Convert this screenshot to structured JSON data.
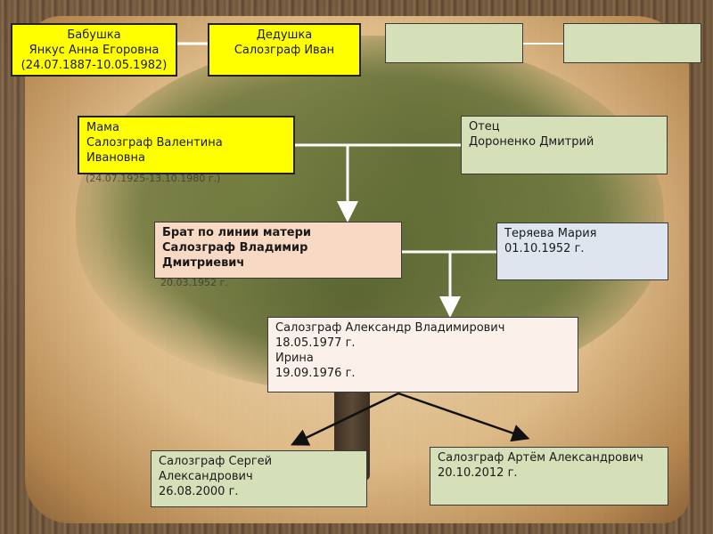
{
  "grandmother": {
    "title": "Бабушка",
    "name": "Янкус Анна Егоровна",
    "dates": "(24.07.1887-10.05.1982)"
  },
  "grandfather": {
    "title": "Дедушка",
    "name": "Салозграф Иван"
  },
  "placeholder_left": {},
  "placeholder_right": {},
  "mother": {
    "title": "Мама",
    "name_line1": "Салозграф  Валентина",
    "name_line2": "Ивановна",
    "dates": "(24.07.1925-13.10.1980 г.)"
  },
  "father": {
    "title": "Отец",
    "name": "Дороненко Дмитрий"
  },
  "brother": {
    "title": "Брат по линии матери",
    "name_line1": "Салозграф Владимир",
    "name_line2": "Дмитриевич",
    "dates": "20.03.1952 г."
  },
  "teryaeva": {
    "name": "Теряева Мария",
    "dates": "01.10.1952 г."
  },
  "alexander": {
    "name": "Салозграф Александр Владимирович",
    "dates": "18.05.1977 г.",
    "spouse": "Ирина",
    "spouse_dates": "19.09.1976 г."
  },
  "sergey": {
    "name_line1": "Салозграф Сергей",
    "name_line2": "Александрович",
    "dates": "26.08.2000 г."
  },
  "artyom": {
    "name": "Салозграф Артём Александрович",
    "dates": "20.10.2012 г."
  },
  "colors": {
    "yellow": "#ffff00",
    "green": "#d5e0b9",
    "peach": "#f8d9c3",
    "blue": "#dfe5ef",
    "cream": "#fcf1ea"
  }
}
